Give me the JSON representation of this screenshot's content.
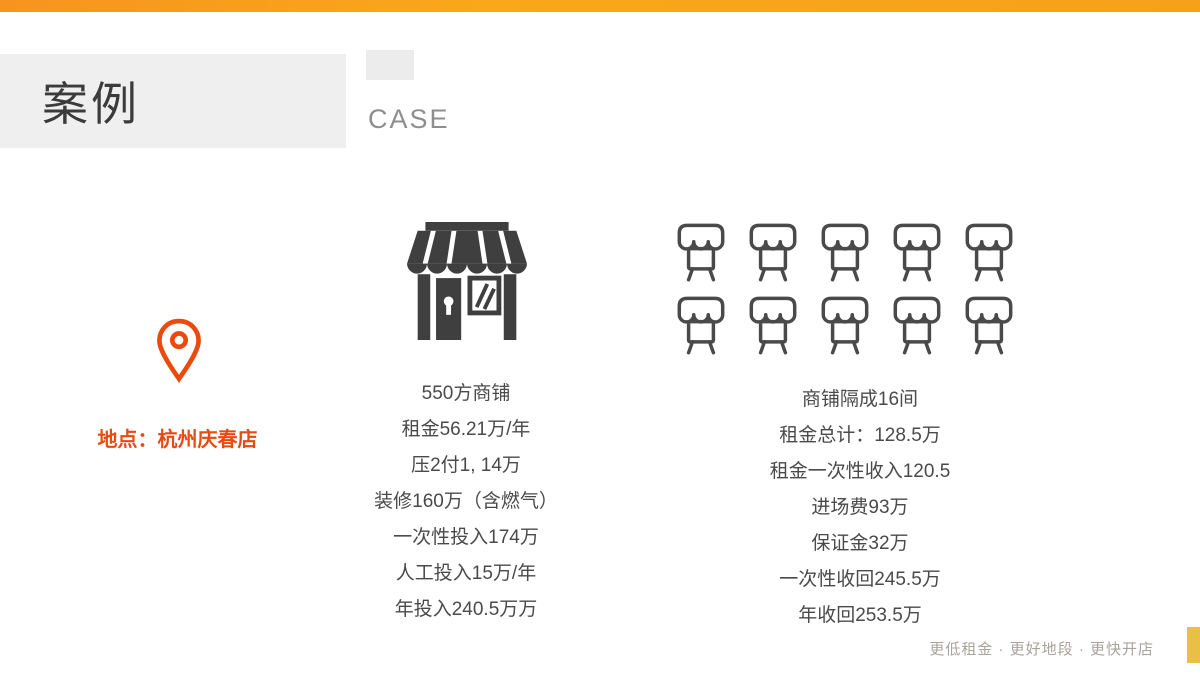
{
  "page": {
    "title_cn": "案例",
    "title_en": "CASE",
    "accent_color": "#E84A10",
    "top_bar_color": "#F7A11A",
    "footer_square_color": "#EABF46"
  },
  "location": {
    "label": "地点：杭州庆春店",
    "icon": "location-pin-icon"
  },
  "left_case": {
    "icon": "storefront-icon",
    "lines": [
      "550方商铺",
      "租金56.21万/年",
      "压2付1, 14万",
      "装修160万（含燃气）",
      "一次性投入174万",
      "人工投入15万/年",
      "年投入240.5万万"
    ]
  },
  "right_case": {
    "icon": "shop-stall-icon",
    "shop_icon_count": 10,
    "lines": [
      "商铺隔成16间",
      "租金总计：128.5万",
      "租金一次性收入120.5",
      "进场费93万",
      "保证金32万",
      "一次性收回245.5万",
      "年收回253.5万"
    ]
  },
  "footer": {
    "tagline": "更低租金 · 更好地段 · 更快开店"
  }
}
